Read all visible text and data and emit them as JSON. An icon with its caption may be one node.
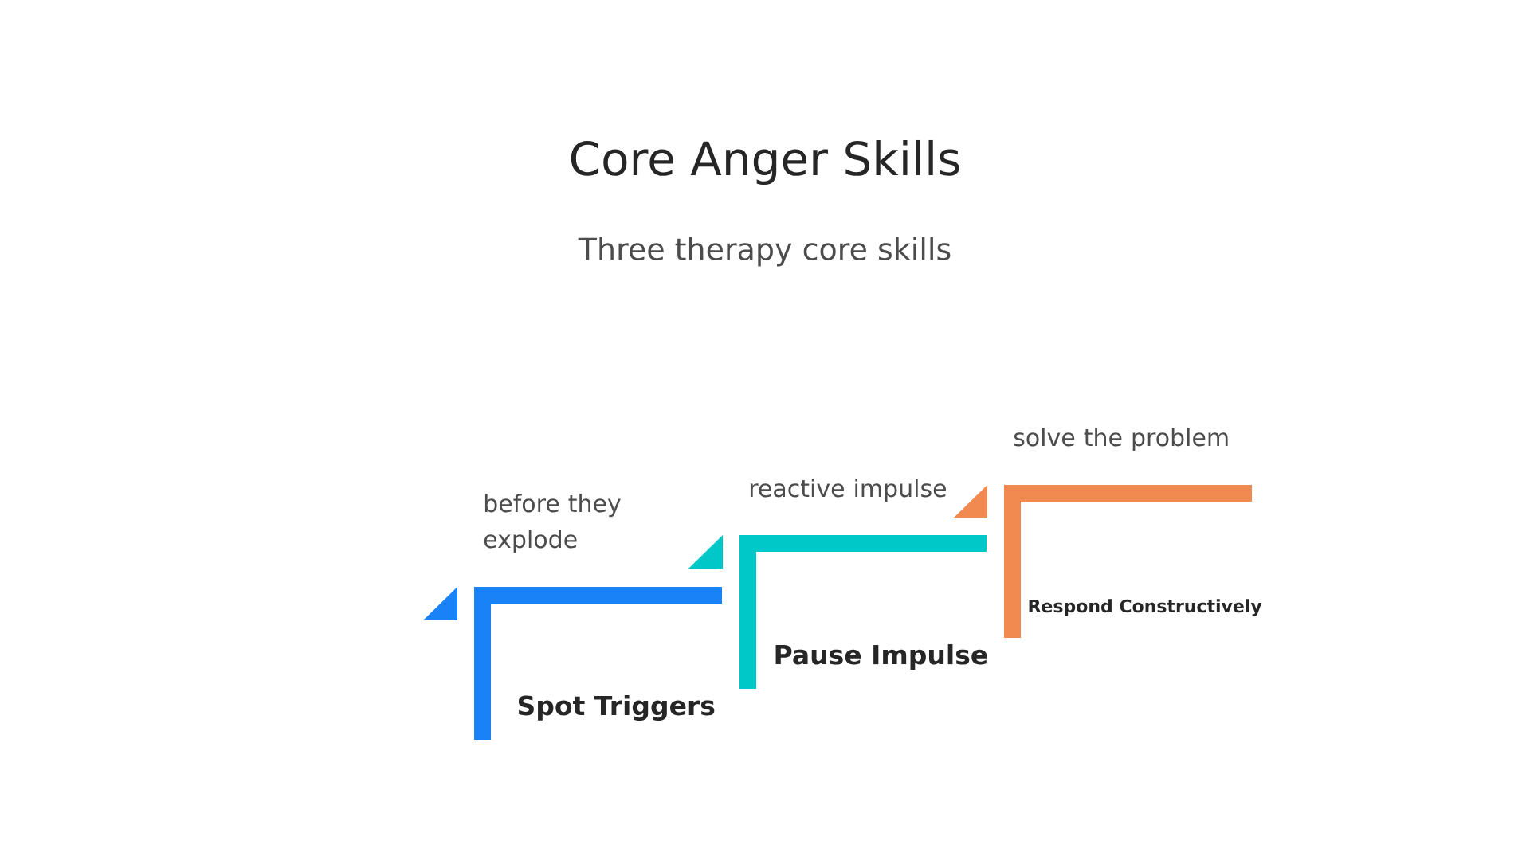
{
  "diagram": {
    "title": "Core Anger Skills",
    "caption": "Three therapy core skills",
    "nodes": [
      {
        "text": [
          "before they explode",
          "Spot Triggers"
        ]
      },
      {
        "text": [
          "reactive impulse",
          "Pause Impulse"
        ]
      },
      {
        "text": [
          "solve the problem",
          "Respond Constructively"
        ]
      }
    ]
  }
}
